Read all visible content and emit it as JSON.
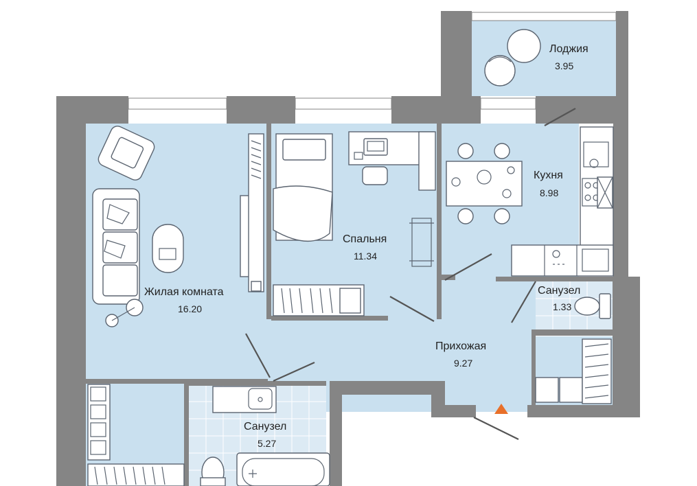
{
  "colors": {
    "wall": "#858585",
    "floor": "#c9e0ef",
    "tile": "#dceaf4",
    "window": "#ffffff",
    "entrance_marker": "#e8702a"
  },
  "rooms": [
    {
      "id": "loggia",
      "name": "Лоджия",
      "area": "3.95"
    },
    {
      "id": "kitchen",
      "name": "Кухня",
      "area": "8.98"
    },
    {
      "id": "bedroom",
      "name": "Спальня",
      "area": "11.34"
    },
    {
      "id": "living",
      "name": "Жилая комната",
      "area": "16.20"
    },
    {
      "id": "wc-small",
      "name": "Санузел",
      "area": "1.33"
    },
    {
      "id": "hallway",
      "name": "Прихожая",
      "area": "9.27"
    },
    {
      "id": "bath",
      "name": "Санузел",
      "area": "5.27"
    }
  ],
  "icons": [
    "armchair-icon",
    "sofa-icon",
    "bed-icon",
    "desk-icon",
    "laptop-icon",
    "dining-table-icon",
    "stove-icon",
    "sink-icon",
    "toilet-icon",
    "bathtub-icon",
    "washing-machine-icon",
    "wardrobe-icon",
    "entrance-arrow-icon"
  ]
}
